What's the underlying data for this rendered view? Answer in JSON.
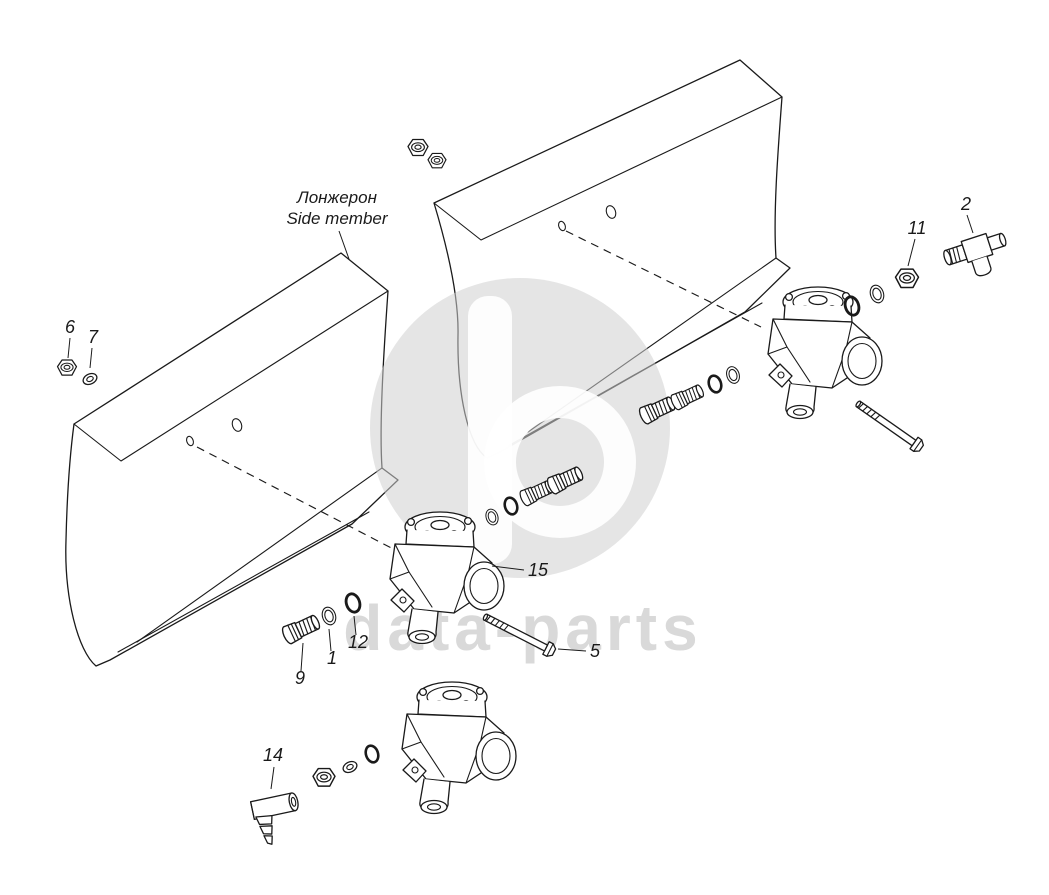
{
  "colors": {
    "ink": "#1a1a1a",
    "background": "#ffffff"
  },
  "watermark": {
    "text": "data-parts",
    "logo_color": "#d0d0d0",
    "text_color": "#d9d9d9"
  },
  "diagram": {
    "type": "exploded-parts-diagram",
    "labels": {
      "side_member_ru": "Лонжерон",
      "side_member_en": "Side member"
    },
    "callouts": {
      "n1": "1",
      "n2": "2",
      "n5": "5",
      "n6": "6",
      "n7": "7",
      "n9": "9",
      "n11": "11",
      "n12": "12",
      "n14": "14",
      "n15": "15"
    }
  }
}
